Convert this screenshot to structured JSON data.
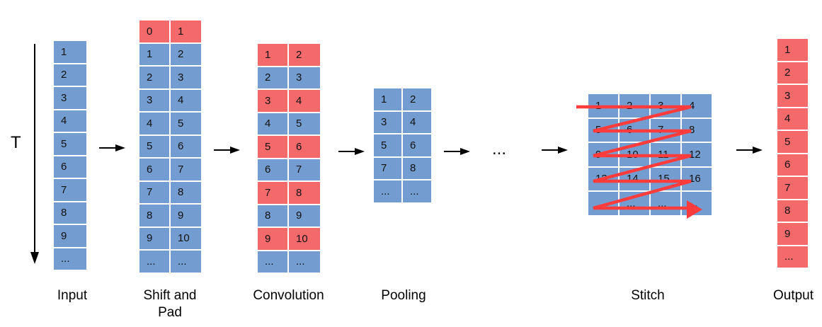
{
  "colors": {
    "blue": "#739dd0",
    "red": "#f46a6b",
    "stitch_line": "#ff3333"
  },
  "time_axis": {
    "label": "T"
  },
  "between_ellipsis": "...",
  "stages": [
    {
      "id": "input",
      "label": "Input",
      "cols": 1,
      "rows": [
        [
          {
            "t": "1",
            "c": "blue"
          }
        ],
        [
          {
            "t": "2",
            "c": "blue"
          }
        ],
        [
          {
            "t": "3",
            "c": "blue"
          }
        ],
        [
          {
            "t": "4",
            "c": "blue"
          }
        ],
        [
          {
            "t": "5",
            "c": "blue"
          }
        ],
        [
          {
            "t": "6",
            "c": "blue"
          }
        ],
        [
          {
            "t": "7",
            "c": "blue"
          }
        ],
        [
          {
            "t": "8",
            "c": "blue"
          }
        ],
        [
          {
            "t": "9",
            "c": "blue"
          }
        ],
        [
          {
            "t": "...",
            "c": "blue"
          }
        ]
      ]
    },
    {
      "id": "shift-and-pad",
      "label": "Shift and\nPad",
      "cols": 2,
      "rows": [
        [
          {
            "t": "0",
            "c": "red"
          },
          {
            "t": "1",
            "c": "red"
          }
        ],
        [
          {
            "t": "1",
            "c": "blue"
          },
          {
            "t": "2",
            "c": "blue"
          }
        ],
        [
          {
            "t": "2",
            "c": "blue"
          },
          {
            "t": "3",
            "c": "blue"
          }
        ],
        [
          {
            "t": "3",
            "c": "blue"
          },
          {
            "t": "4",
            "c": "blue"
          }
        ],
        [
          {
            "t": "4",
            "c": "blue"
          },
          {
            "t": "5",
            "c": "blue"
          }
        ],
        [
          {
            "t": "5",
            "c": "blue"
          },
          {
            "t": "6",
            "c": "blue"
          }
        ],
        [
          {
            "t": "6",
            "c": "blue"
          },
          {
            "t": "7",
            "c": "blue"
          }
        ],
        [
          {
            "t": "7",
            "c": "blue"
          },
          {
            "t": "8",
            "c": "blue"
          }
        ],
        [
          {
            "t": "8",
            "c": "blue"
          },
          {
            "t": "9",
            "c": "blue"
          }
        ],
        [
          {
            "t": "9",
            "c": "blue"
          },
          {
            "t": "10",
            "c": "blue"
          }
        ],
        [
          {
            "t": "...",
            "c": "blue"
          },
          {
            "t": "...",
            "c": "blue"
          }
        ]
      ]
    },
    {
      "id": "convolution",
      "label": "Convolution",
      "cols": 2,
      "rows": [
        [
          {
            "t": "1",
            "c": "red"
          },
          {
            "t": "2",
            "c": "red"
          }
        ],
        [
          {
            "t": "2",
            "c": "blue"
          },
          {
            "t": "3",
            "c": "blue"
          }
        ],
        [
          {
            "t": "3",
            "c": "red"
          },
          {
            "t": "4",
            "c": "red"
          }
        ],
        [
          {
            "t": "4",
            "c": "blue"
          },
          {
            "t": "5",
            "c": "blue"
          }
        ],
        [
          {
            "t": "5",
            "c": "red"
          },
          {
            "t": "6",
            "c": "red"
          }
        ],
        [
          {
            "t": "6",
            "c": "blue"
          },
          {
            "t": "7",
            "c": "blue"
          }
        ],
        [
          {
            "t": "7",
            "c": "red"
          },
          {
            "t": "8",
            "c": "red"
          }
        ],
        [
          {
            "t": "8",
            "c": "blue"
          },
          {
            "t": "9",
            "c": "blue"
          }
        ],
        [
          {
            "t": "9",
            "c": "red"
          },
          {
            "t": "10",
            "c": "red"
          }
        ],
        [
          {
            "t": "...",
            "c": "blue"
          },
          {
            "t": "...",
            "c": "blue"
          }
        ]
      ]
    },
    {
      "id": "pooling",
      "label": "Pooling",
      "cols": 2,
      "rows": [
        [
          {
            "t": "1",
            "c": "blue"
          },
          {
            "t": "2",
            "c": "blue"
          }
        ],
        [
          {
            "t": "3",
            "c": "blue"
          },
          {
            "t": "4",
            "c": "blue"
          }
        ],
        [
          {
            "t": "5",
            "c": "blue"
          },
          {
            "t": "6",
            "c": "blue"
          }
        ],
        [
          {
            "t": "7",
            "c": "blue"
          },
          {
            "t": "8",
            "c": "blue"
          }
        ],
        [
          {
            "t": "...",
            "c": "blue"
          },
          {
            "t": "...",
            "c": "blue"
          }
        ]
      ]
    },
    {
      "id": "stitch",
      "label": "Stitch",
      "cols": 4,
      "rows": [
        [
          {
            "t": "1",
            "c": "blue"
          },
          {
            "t": "2",
            "c": "blue"
          },
          {
            "t": "3",
            "c": "blue"
          },
          {
            "t": "4",
            "c": "blue"
          }
        ],
        [
          {
            "t": "5",
            "c": "blue"
          },
          {
            "t": "6",
            "c": "blue"
          },
          {
            "t": "7",
            "c": "blue"
          },
          {
            "t": "8",
            "c": "blue"
          }
        ],
        [
          {
            "t": "9",
            "c": "blue"
          },
          {
            "t": "10",
            "c": "blue"
          },
          {
            "t": "11",
            "c": "blue"
          },
          {
            "t": "12",
            "c": "blue"
          }
        ],
        [
          {
            "t": "13",
            "c": "blue"
          },
          {
            "t": "14",
            "c": "blue"
          },
          {
            "t": "15",
            "c": "blue"
          },
          {
            "t": "16",
            "c": "blue"
          }
        ],
        [
          {
            "t": "...",
            "c": "blue"
          },
          {
            "t": "...",
            "c": "blue"
          },
          {
            "t": "...",
            "c": "blue"
          },
          {
            "t": "...",
            "c": "blue"
          }
        ]
      ]
    },
    {
      "id": "output",
      "label": "Output",
      "cols": 1,
      "rows": [
        [
          {
            "t": "1",
            "c": "red"
          }
        ],
        [
          {
            "t": "2",
            "c": "red"
          }
        ],
        [
          {
            "t": "3",
            "c": "red"
          }
        ],
        [
          {
            "t": "4",
            "c": "red"
          }
        ],
        [
          {
            "t": "5",
            "c": "red"
          }
        ],
        [
          {
            "t": "6",
            "c": "red"
          }
        ],
        [
          {
            "t": "7",
            "c": "red"
          }
        ],
        [
          {
            "t": "8",
            "c": "red"
          }
        ],
        [
          {
            "t": "9",
            "c": "red"
          }
        ],
        [
          {
            "t": "...",
            "c": "red"
          }
        ]
      ]
    }
  ]
}
